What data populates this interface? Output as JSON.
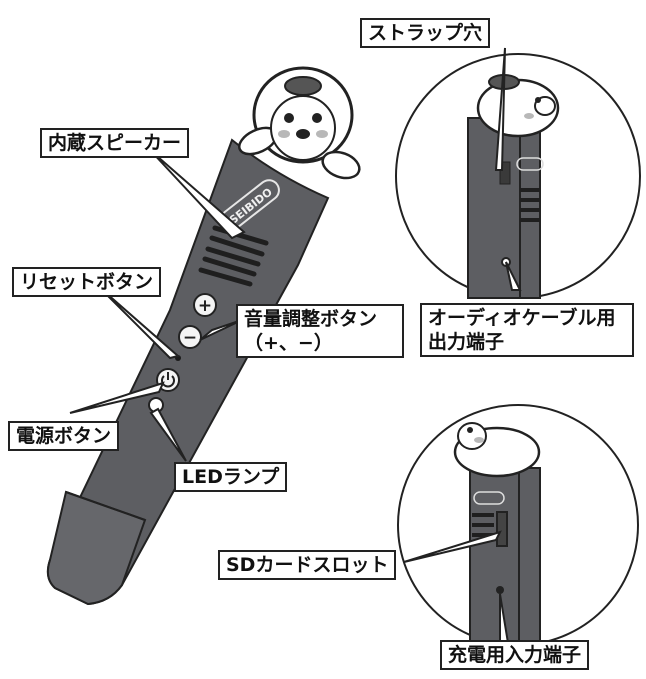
{
  "brand": {
    "logo_text": "SEIBIDO"
  },
  "callouts": {
    "speaker": "内蔵スピーカー",
    "reset": "リセットボタン",
    "volume_line1": "音量調整ボタン",
    "volume_line2": "（+、−）",
    "power": "電源ボタン",
    "led": "LEDランプ",
    "strap": "ストラップ穴",
    "audio_line1": "オーディオケーブル用",
    "audio_line2": "出力端子",
    "sd": "SDカードスロット",
    "charge": "充電用入力端子"
  },
  "buttons": {
    "plus_symbol": "+",
    "minus_symbol": "−"
  },
  "colors": {
    "pen_body": "#5d5e62",
    "pen_tip": "#66676b",
    "outline": "#222222",
    "panel_bg": "#ffffff",
    "mascot_fill": "#ffffff",
    "cheek": "#b8b8b8"
  }
}
